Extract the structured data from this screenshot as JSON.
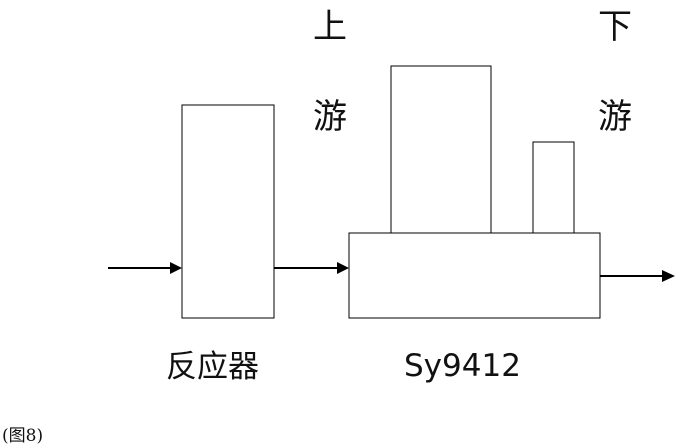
{
  "diagram": {
    "upstream_chars": [
      "上",
      "游"
    ],
    "downstream_chars": [
      "下",
      "游"
    ],
    "reactor_label": "反应器",
    "instrument_label": "Sy9412",
    "caption": "(图8)"
  }
}
